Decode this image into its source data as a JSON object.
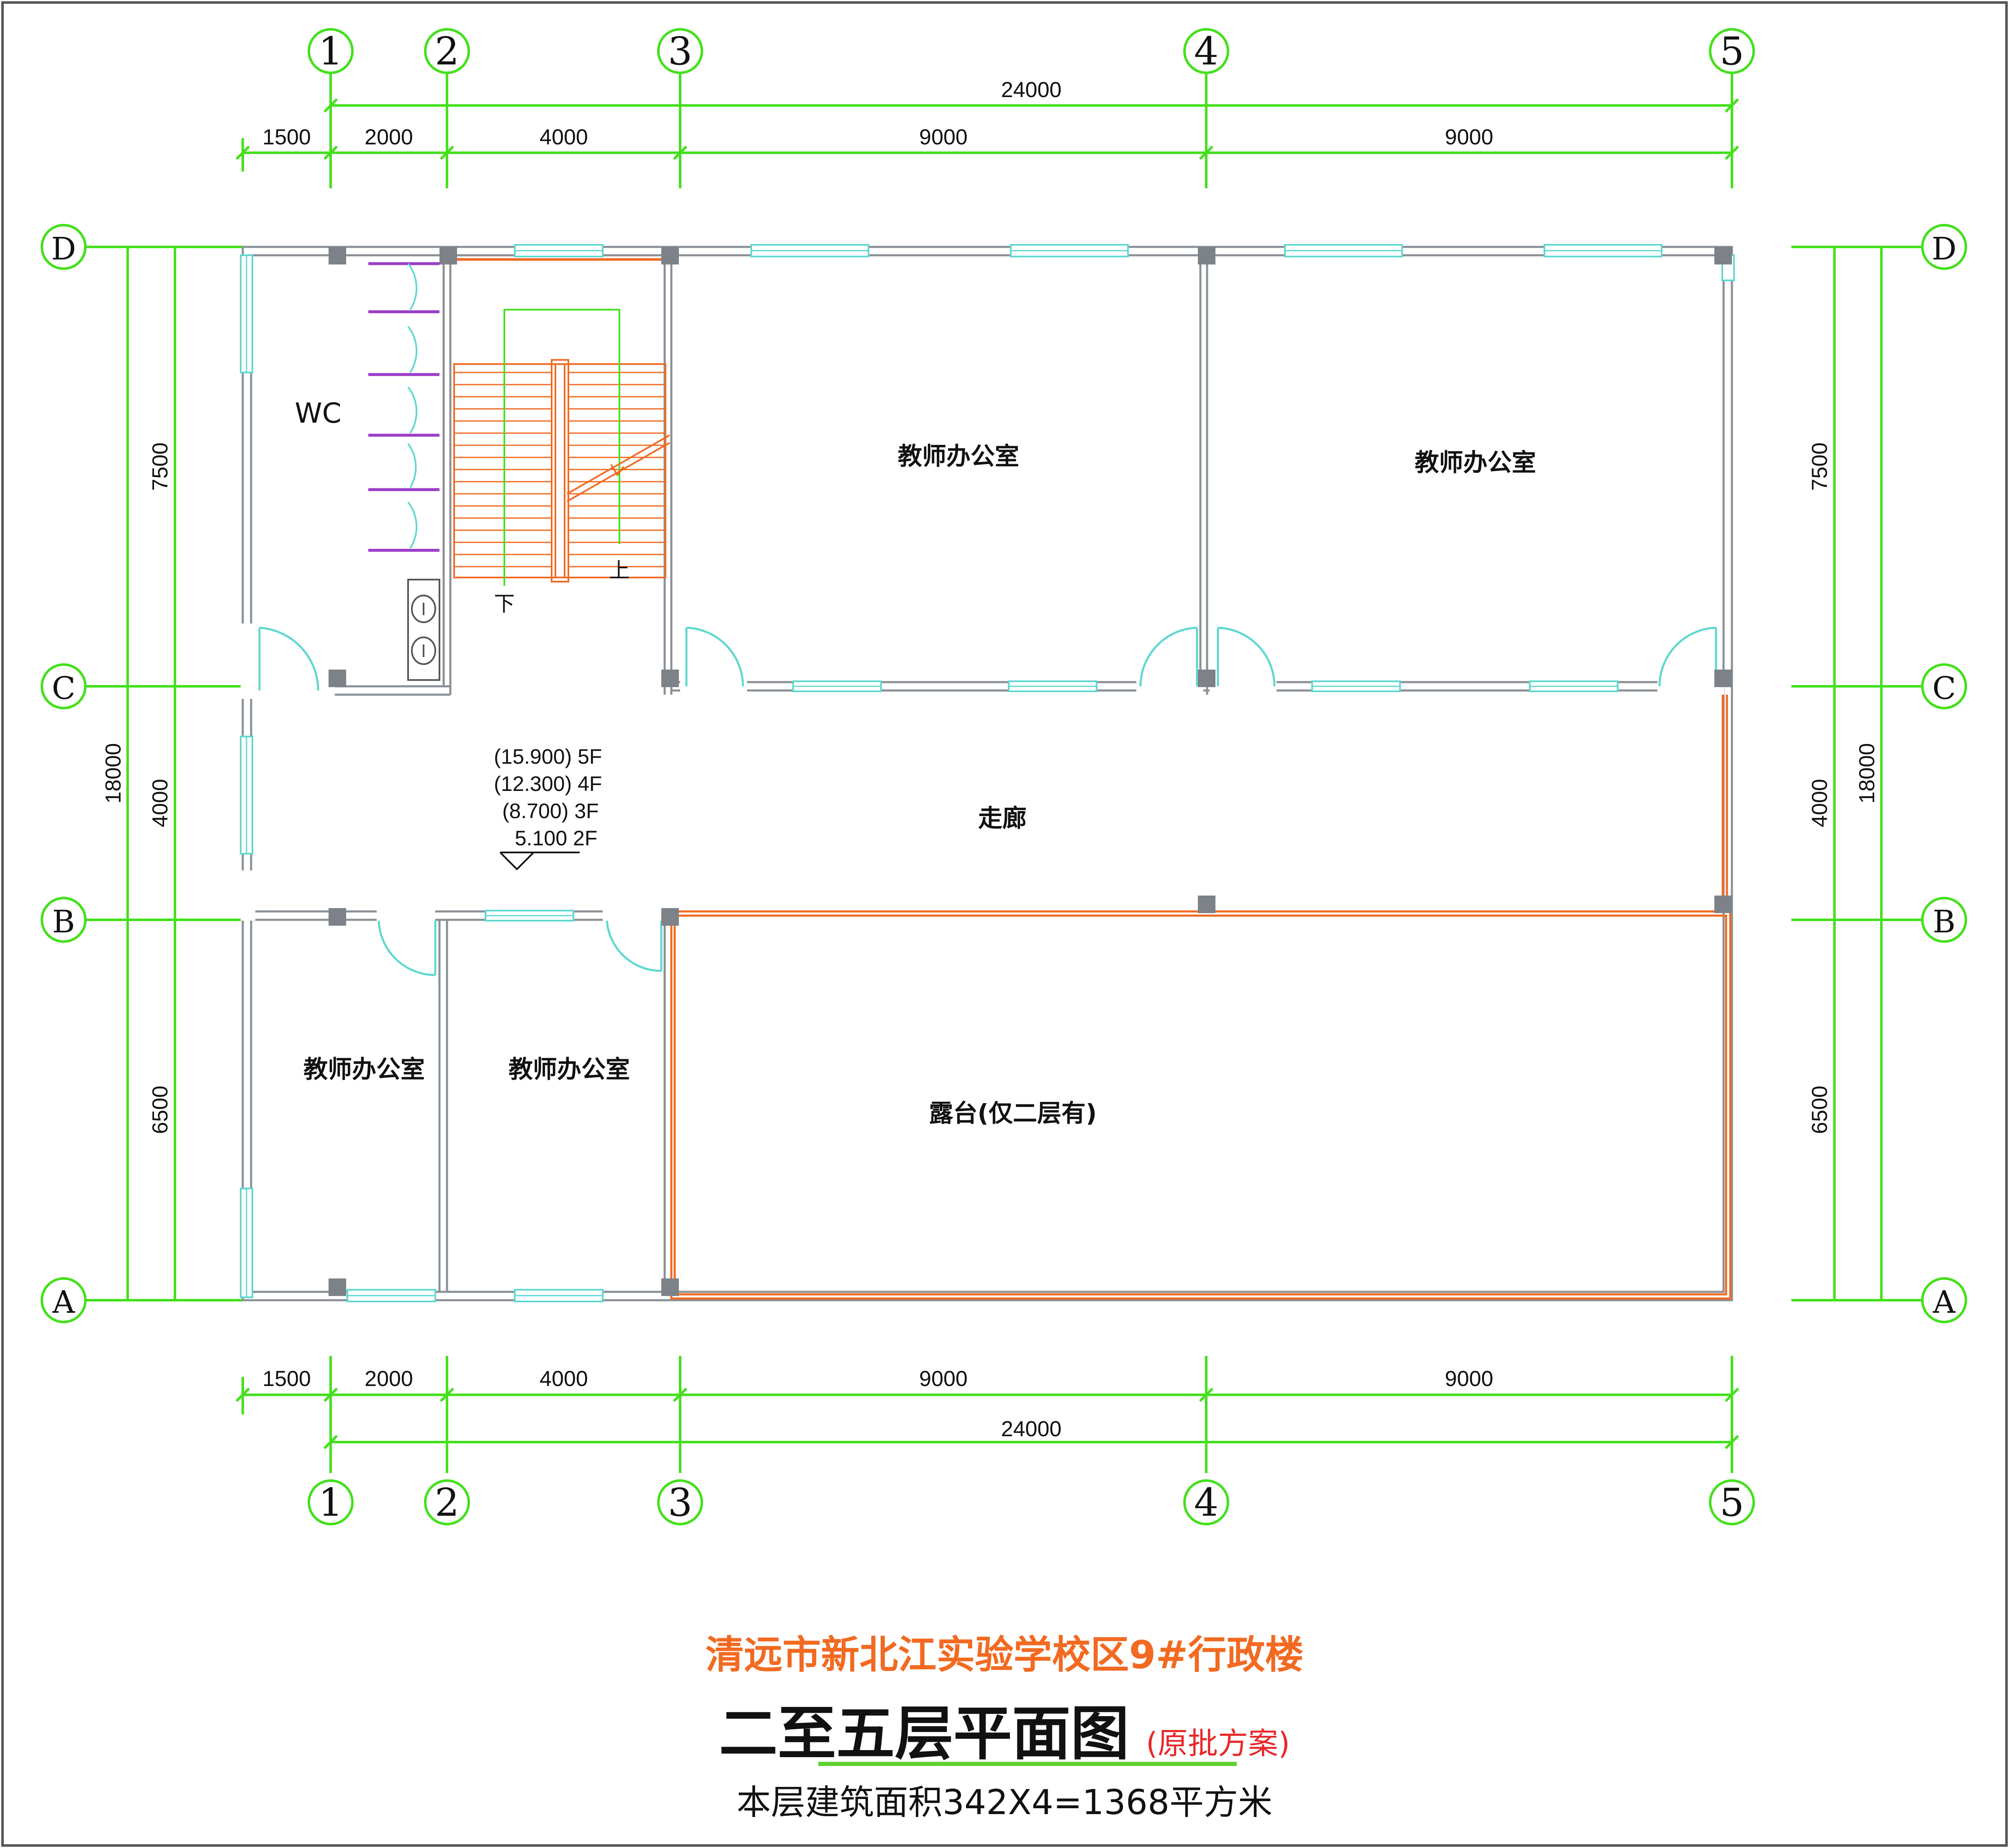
{
  "title": {
    "project": "清远市新北江实验学校区9#行政楼",
    "drawing": "二至五层平面图",
    "note": "(原批方案)",
    "area": "本层建筑面积342X4=1368平方米"
  },
  "axes": {
    "columns": [
      "1",
      "2",
      "3",
      "4",
      "5"
    ],
    "rows": [
      "D",
      "C",
      "B",
      "A"
    ]
  },
  "dimensions": {
    "horizontal_segments": [
      "1500",
      "2000",
      "4000",
      "9000",
      "9000"
    ],
    "horizontal_total": "24000",
    "vertical_segments": [
      "7500",
      "4000",
      "6500"
    ],
    "vertical_total": "18000"
  },
  "rooms": {
    "wc": "WC",
    "office_top_left": "教师办公室",
    "office_top_right": "教师办公室",
    "corridor": "走廊",
    "office_bottom_1": "教师办公室",
    "office_bottom_2": "教师办公室",
    "terrace": "露台(仅二层有)"
  },
  "stair": {
    "down": "下",
    "up": "上"
  },
  "levels": [
    "(15.900) 5F",
    "(12.300) 4F",
    "(8.700) 3F",
    "5.100   2F"
  ],
  "colors": {
    "grid": "#44e01c",
    "wall": "#8a9096",
    "window": "#5fd8d0",
    "stair": "#f26a21",
    "partition": "#9b3cc9",
    "column": "#7d8288"
  }
}
